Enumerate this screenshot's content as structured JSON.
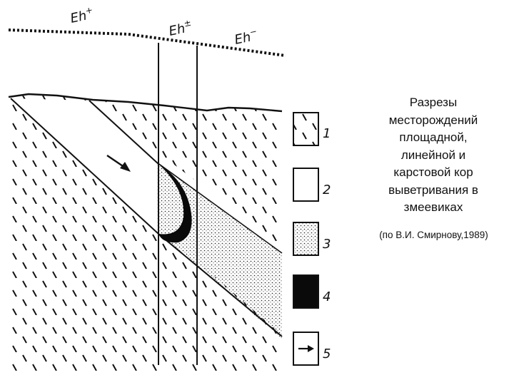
{
  "diagram": {
    "eh_labels": [
      {
        "base": "Eh",
        "sup": "+"
      },
      {
        "base": "Eh",
        "sup": "±"
      },
      {
        "base": "Eh",
        "sup": "−"
      }
    ],
    "legend": [
      {
        "number": "1",
        "pattern": "dashes"
      },
      {
        "number": "2",
        "pattern": "blank"
      },
      {
        "number": "3",
        "pattern": "dots"
      },
      {
        "number": "4",
        "pattern": "solid-black"
      },
      {
        "number": "5",
        "pattern": "arrow"
      }
    ]
  },
  "caption": {
    "title": "Разрезы\nместорождений\nплощадной,\nлинейной и\nкарстовой кор\nвыветривания в\nзмеевиках",
    "source": "(по В.И. Смирнову,1989)"
  }
}
